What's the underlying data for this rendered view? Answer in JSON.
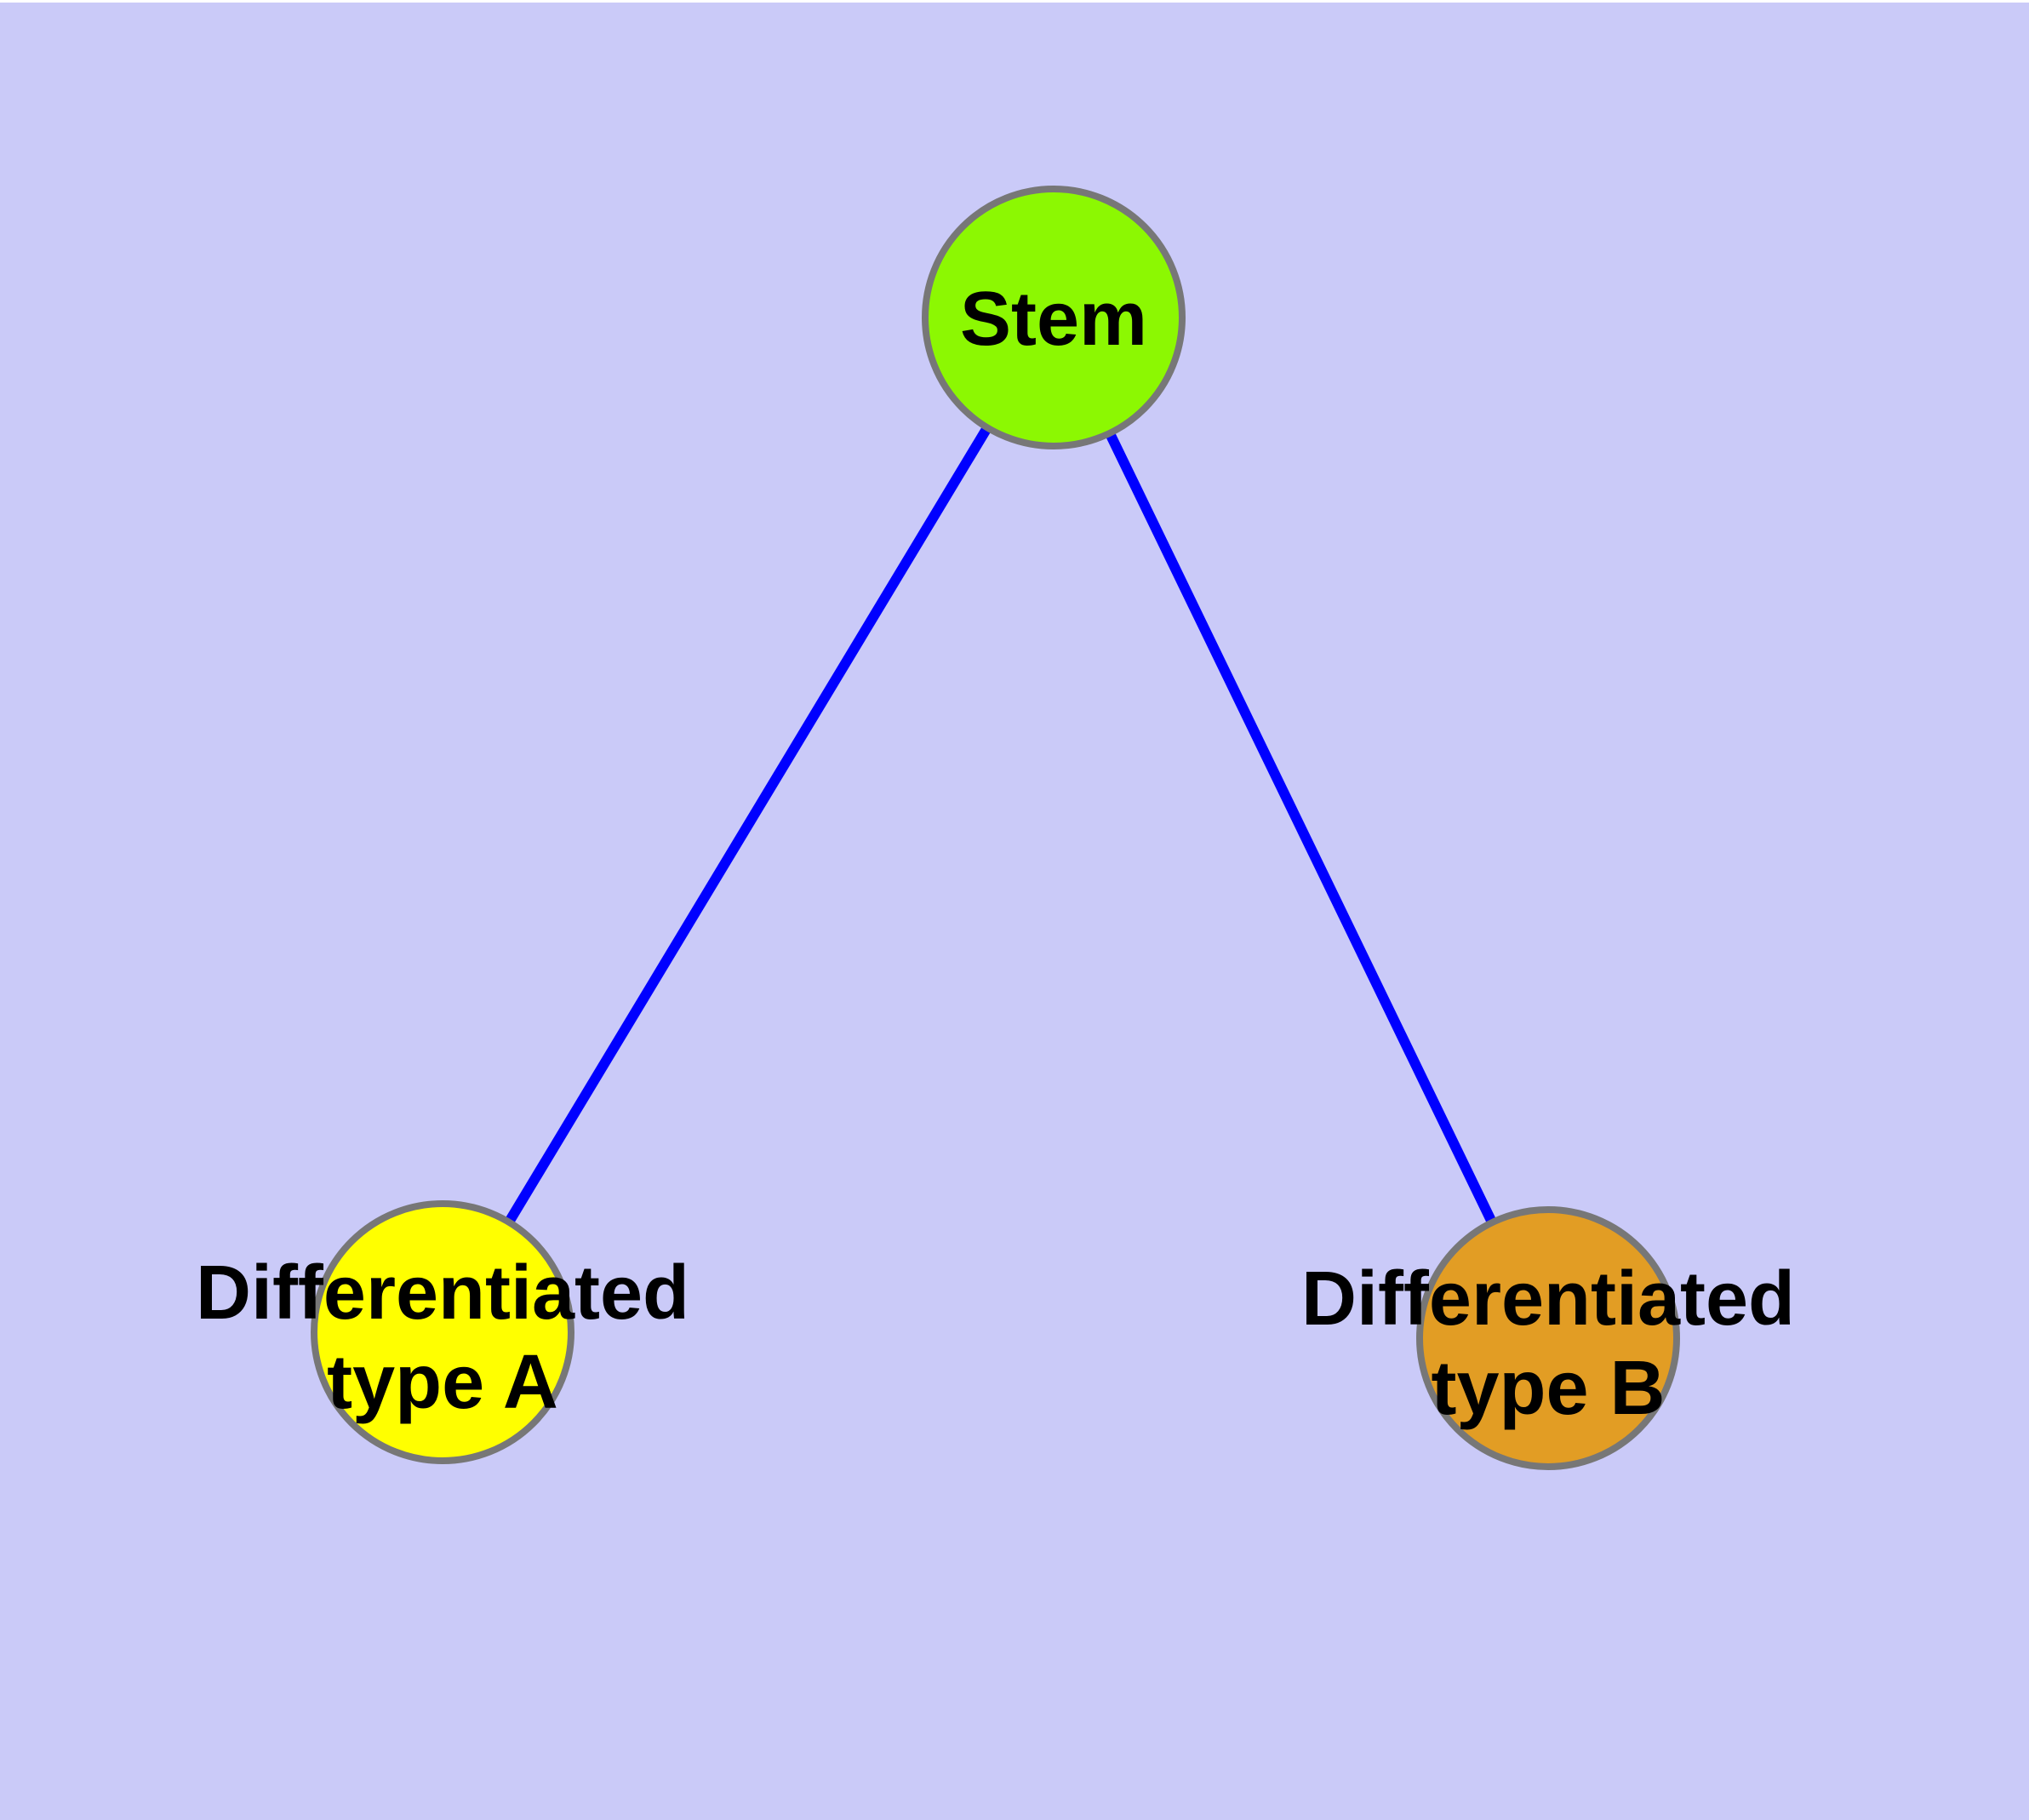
{
  "diagram": {
    "type": "node-link-graph",
    "colors": {
      "background": "#CACAF8",
      "top_edge_strip": "#FFFFFF",
      "edge": "#0000FF",
      "node_border": "#777777",
      "label": "#000000"
    },
    "nodes": [
      {
        "id": "stem",
        "label": "Stem",
        "color": "#8CF802"
      },
      {
        "id": "differentiated-type-a",
        "label": "Differentiated type A",
        "lines": [
          "Differentiated",
          "type A"
        ],
        "color": "#FFFF00"
      },
      {
        "id": "differentiated-type-b",
        "label": "Differentiated type B",
        "lines": [
          "Differentiated",
          "type B"
        ],
        "color": "#E29D24"
      }
    ],
    "edges": [
      {
        "from": "Stem",
        "to": "Differentiated type A"
      },
      {
        "from": "Stem",
        "to": "Differentiated type B"
      }
    ]
  }
}
